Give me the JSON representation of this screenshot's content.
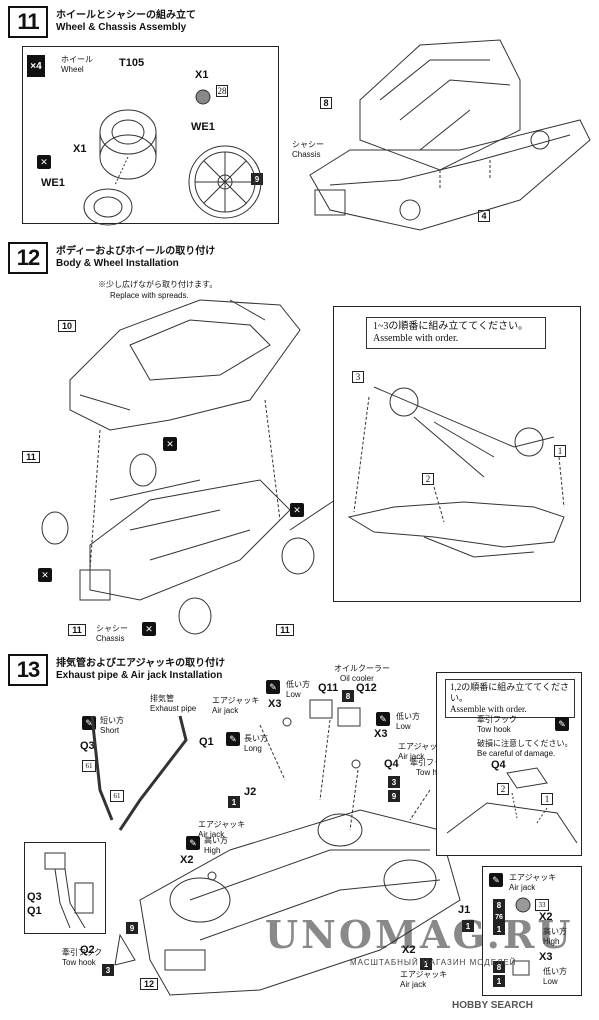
{
  "steps": [
    {
      "num": "11",
      "jp": "ホイールとシャシーの組み立て",
      "en": "Wheel & Chassis Assembly"
    },
    {
      "num": "12",
      "jp": "ボディーおよびホイールの取り付け",
      "en": "Body & Wheel Installation"
    },
    {
      "num": "13",
      "jp": "排気管およびエアジャッキの取り付け",
      "en": "Exhaust pipe & Air jack Installation"
    }
  ],
  "s11": {
    "qty": "×4",
    "wheel_jp": "ホイール",
    "wheel_en": "Wheel",
    "t105": "T105",
    "x1": "X1",
    "x1_num": "28",
    "we1": "WE1",
    "we1_num": "9",
    "chassis_jp": "シャシー",
    "chassis_en": "Chassis",
    "ref8": "8",
    "ref4": "4"
  },
  "s12": {
    "note_jp": "※少し広げながら取り付けます。",
    "note_en": "Replace with spreads.",
    "ref10": "10",
    "ref11": "11",
    "chassis_jp": "シャシー",
    "chassis_en": "Chassis",
    "order_jp": "1~3の順番に組み立ててください。",
    "order_en": "Assemble with order.",
    "n1": "1",
    "n2": "2",
    "n3": "3"
  },
  "s13": {
    "exhaust_jp": "排気管",
    "exhaust_en": "Exhaust pipe",
    "short_jp": "短い方",
    "short_en": "Short",
    "long_jp": "長い方",
    "long_en": "Long",
    "high_jp": "高い方",
    "high_en": "High",
    "low_jp": "低い方",
    "low_en": "Low",
    "airjack_jp": "エアジャッキ",
    "airjack_en": "Air jack",
    "oil_jp": "オイルクーラー",
    "oil_en": "Oil cooler",
    "towhook_jp": "牽引フック",
    "towhook_en": "Tow hook",
    "careful_jp": "破損に注意してください。",
    "careful_en": "Be careful of damage.",
    "order_jp": "1,2の順番に組み立ててください。",
    "order_en": "Assemble with order.",
    "q1": "Q1",
    "q2": "Q2",
    "q3": "Q3",
    "q4": "Q4",
    "q11": "Q11",
    "q12": "Q12",
    "x2": "X2",
    "x3": "X3",
    "j1": "J1",
    "j2": "J2",
    "n61": "61",
    "n8": "8",
    "n3": "3",
    "n9": "9",
    "n1": "1",
    "n12": "12",
    "n33": "33",
    "n76": "76",
    "o1": "1",
    "o2": "2"
  },
  "watermark": {
    "main": "UNOMAG.RU",
    "sub": "МАСШТАБНЫЙ МАГАЗИН МОДЕЛЕЙ"
  },
  "footer": "HOBBY SEARCH"
}
